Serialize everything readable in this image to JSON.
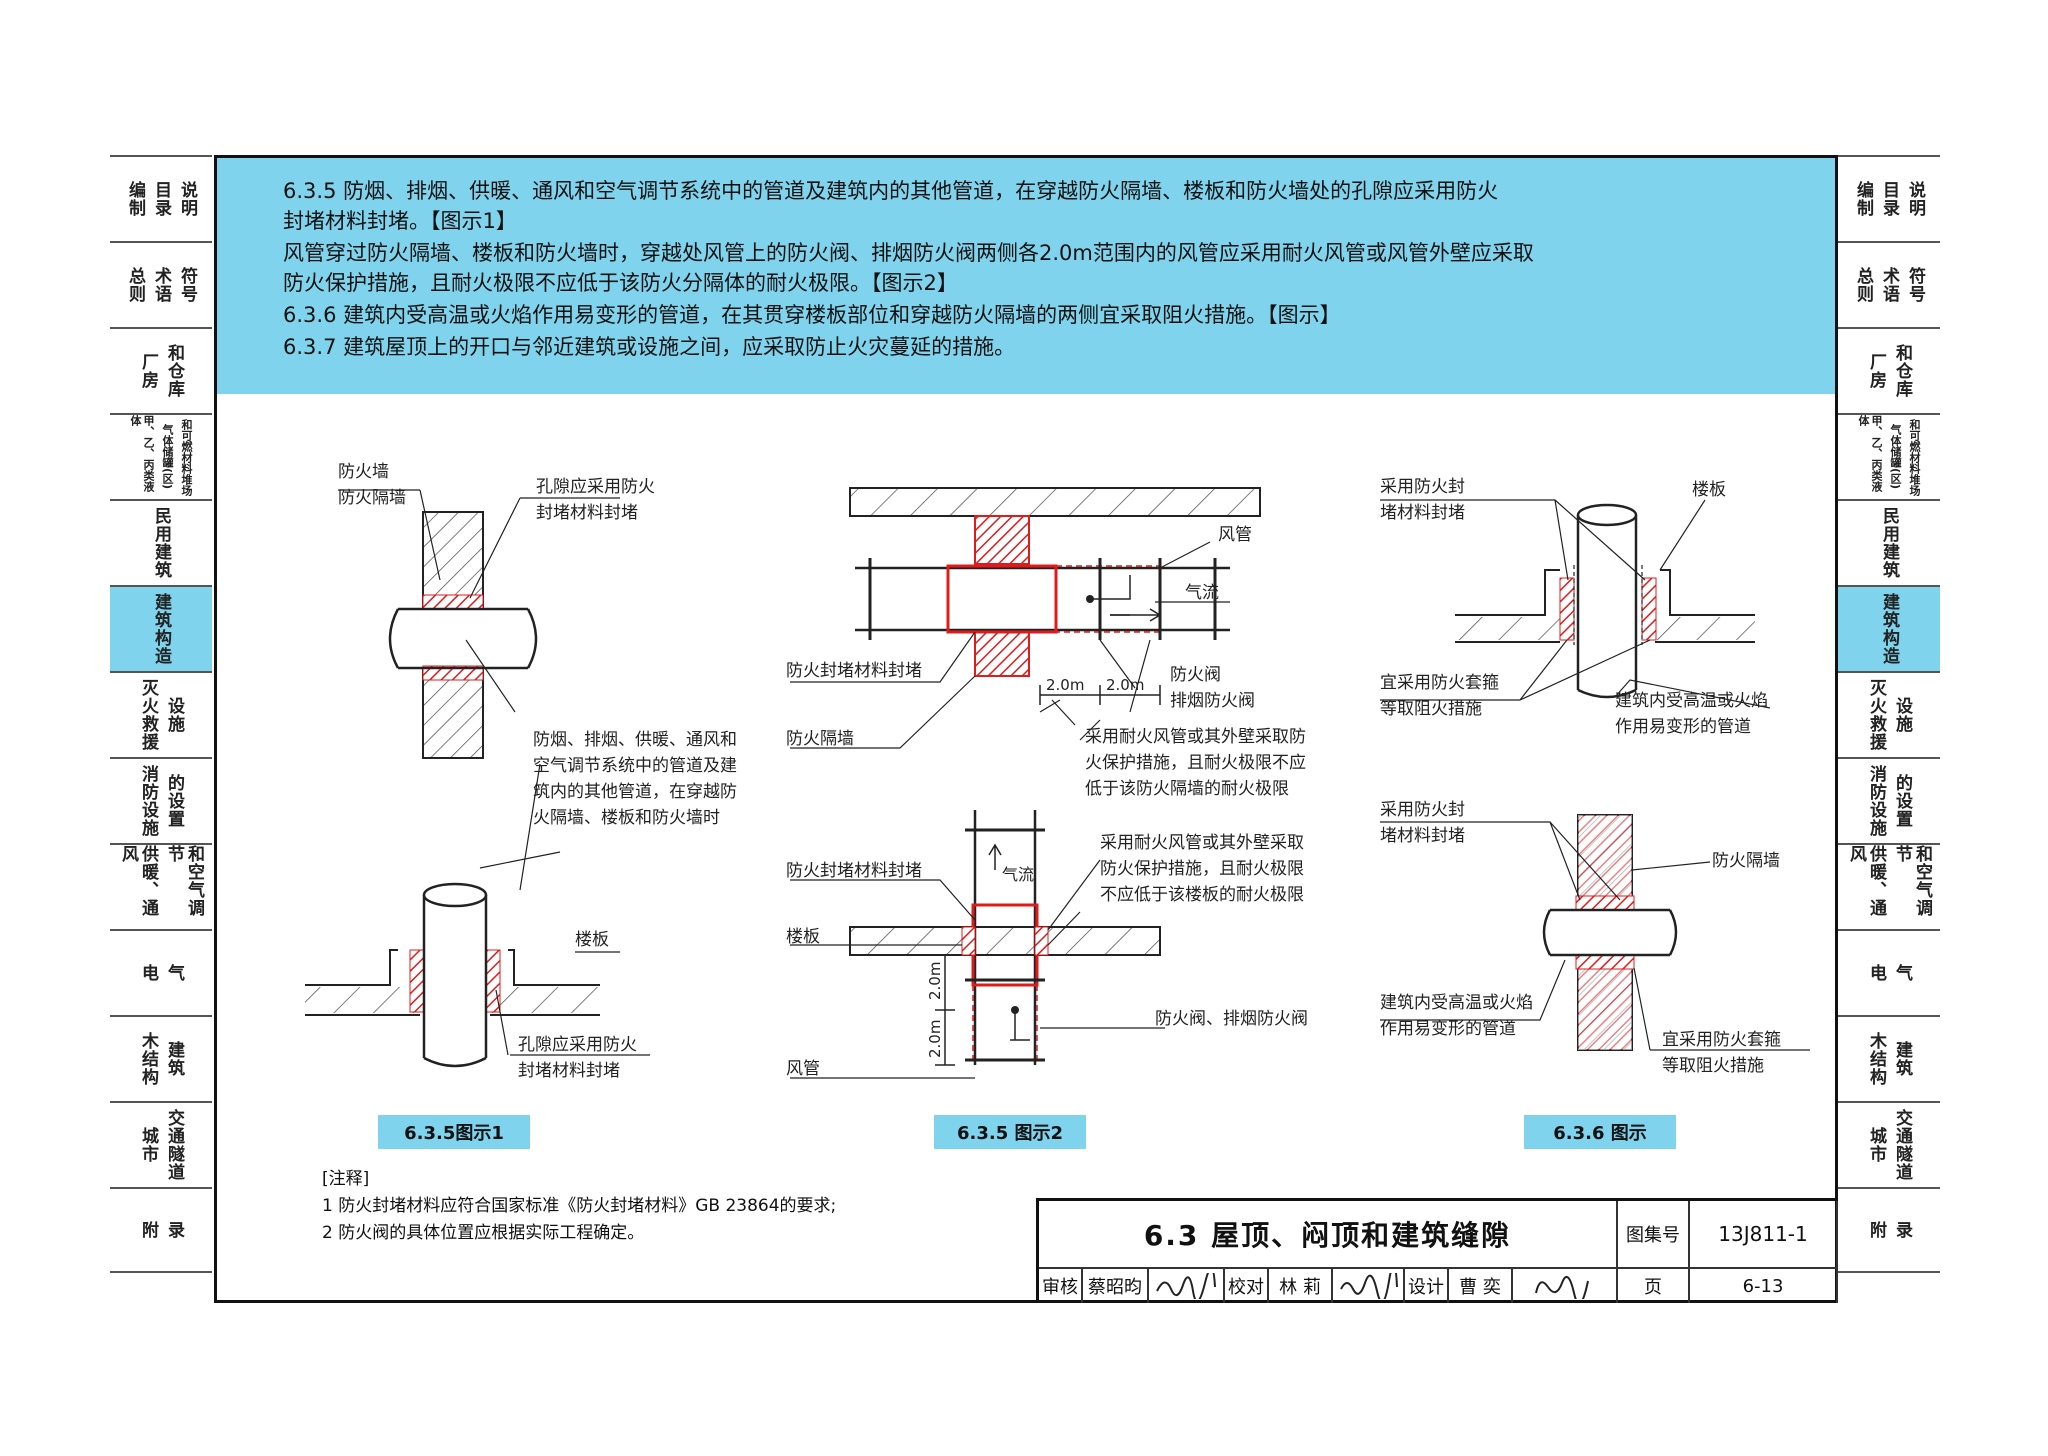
{
  "sidebar": [
    {
      "cols": [
        "编制",
        "目录",
        "说明"
      ],
      "active": false,
      "small": false
    },
    {
      "cols": [
        "总则",
        "术语",
        "符号"
      ],
      "active": false,
      "small": false
    },
    {
      "cols": [
        "厂房",
        "和仓库"
      ],
      "active": false,
      "small": false
    },
    {
      "cols": [
        "甲、乙、丙类液体",
        "气体储罐(区)",
        "和可燃材料堆场"
      ],
      "active": false,
      "small": true
    },
    {
      "cols": [
        "民用建筑"
      ],
      "active": false,
      "small": false
    },
    {
      "cols": [
        "建筑构造"
      ],
      "active": true,
      "small": false
    },
    {
      "cols": [
        "灭火救援",
        "设施"
      ],
      "active": false,
      "small": false
    },
    {
      "cols": [
        "消防设施",
        "的设置"
      ],
      "active": false,
      "small": false
    },
    {
      "cols": [
        "供暖、通风",
        "和空气调节"
      ],
      "active": false,
      "small": false
    },
    {
      "cols": [
        "电",
        "气"
      ],
      "active": false,
      "small": false
    },
    {
      "cols": [
        "木结构",
        "建筑"
      ],
      "active": false,
      "small": false
    },
    {
      "cols": [
        "城市",
        "交通隧道"
      ],
      "active": false,
      "small": false
    },
    {
      "cols": [
        "附",
        "录"
      ],
      "active": false,
      "small": false
    }
  ],
  "clauses": {
    "c1a": "6.3.5   防烟、排烟、供暖、通风和空气调节系统中的管道及建筑内的其他管道，在穿越防火隔墙、楼板和防火墙处的孔隙应采用防火",
    "c1b": "封堵材料封堵。【图示1】",
    "c2a": "    风管穿过防火隔墙、楼板和防火墙时，穿越处风管上的防火阀、排烟防火阀两侧各2.0m范围内的风管应采用耐火风管或风管外壁应采取",
    "c2b": "防火保护措施，且耐火极限不应低于该防火分隔体的耐火极限。【图示2】",
    "c3": "6.3.6   建筑内受高温或火焰作用易变形的管道，在其贯穿楼板部位和穿越防火隔墙的两侧宜采取阻火措施。【图示】",
    "c4": "6.3.7   建筑屋顶上的开口与邻近建筑或设施之间，应采取防止火灾蔓延的措施。"
  },
  "fig1": {
    "wall_label_1": "防火墙",
    "wall_label_2": "防火隔墙",
    "seal_a_1": "孔隙应采用防火",
    "seal_a_2": "封堵材料封堵",
    "desc_1": "防烟、排烟、供暖、通风和",
    "desc_2": "空气调节系统中的管道及建",
    "desc_3": "筑内的其他管道，在穿越防",
    "desc_4": "火隔墙、楼板和防火墙时",
    "slab": "楼板",
    "seal_b_1": "孔隙应采用防火",
    "seal_b_2": "封堵材料封堵",
    "caption": "6.3.5图示1"
  },
  "fig2": {
    "duct": "风管",
    "airflow": "气流",
    "seal": "防火封堵材料封堵",
    "damper": "防火阀",
    "smoke_damper": "排烟防火阀",
    "dim": "2.0m",
    "partition": "防火隔墙",
    "note_1": "采用耐火风管或其外壁采取防",
    "note_2": "火保护措施，且耐火极限不应",
    "note_3": "低于该防火隔墙的耐火极限",
    "v_seal": "防火封堵材料封堵",
    "v_note_1": "采用耐火风管或其外壁采取",
    "v_note_2": "防火保护措施，且耐火极限",
    "v_note_3": "不应低于该楼板的耐火极限",
    "v_slab": "楼板",
    "v_airflow": "气流",
    "v_dampers": "防火阀、排烟防火阀",
    "v_duct": "风管",
    "caption": "6.3.5 图示2"
  },
  "fig3": {
    "seal_1": "采用防火封",
    "seal_2": "堵材料封堵",
    "slab": "楼板",
    "sleeve_1": "宜采用防火套箍",
    "sleeve_2": "等取阻火措施",
    "pipe_1": "建筑内受高温或火焰",
    "pipe_2": "作用易变形的管道",
    "seal_b_1": "采用防火封",
    "seal_b_2": "堵材料封堵",
    "partition": "防火隔墙",
    "pipe_b_1": "建筑内受高温或火焰",
    "pipe_b_2": "作用易变形的管道",
    "sleeve_b_1": "宜采用防火套箍",
    "sleeve_b_2": "等取阻火措施",
    "caption": "6.3.6 图示"
  },
  "notes": {
    "head": "[注释]",
    "n1": "1 防火封堵材料应符合国家标准《防火封堵材料》GB 23864的要求;",
    "n2": "2 防火阀的具体位置应根据实际工程确定。"
  },
  "title_block": {
    "title": "6.3 屋顶、闷顶和建筑缝隙",
    "atlas_label": "图集号",
    "atlas_no": "13J811-1",
    "review_label": "审核",
    "reviewer": "蔡昭昀",
    "check_label": "校对",
    "checker": "林 莉",
    "design_label": "设计",
    "designer": "曹 奕",
    "page_label": "页",
    "page_no": "6-13"
  },
  "colors": {
    "band": "#7fd3ec",
    "fire_red": "#e01b1b",
    "line": "#222222"
  }
}
